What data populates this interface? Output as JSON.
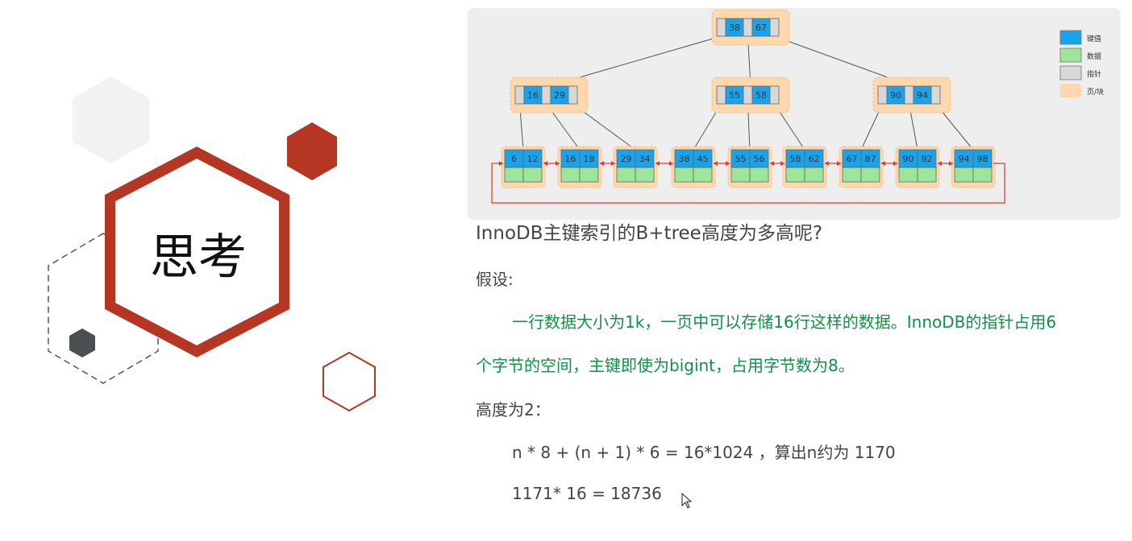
{
  "cover": {
    "title": "思考"
  },
  "diagram": {
    "root": [
      "38",
      "67"
    ],
    "internal": [
      [
        "16",
        "29"
      ],
      [
        "55",
        "58"
      ],
      [
        "90",
        "94"
      ]
    ],
    "leaves": [
      [
        "6",
        "12"
      ],
      [
        "16",
        "18"
      ],
      [
        "29",
        "34"
      ],
      [
        "38",
        "45"
      ],
      [
        "55",
        "56"
      ],
      [
        "58",
        "62"
      ],
      [
        "67",
        "87"
      ],
      [
        "90",
        "92"
      ],
      [
        "94",
        "98"
      ]
    ],
    "legend": [
      {
        "label": "键值",
        "color": "#1aa3ea"
      },
      {
        "label": "数据",
        "color": "#9ee49a"
      },
      {
        "label": "指针",
        "color": "#d8d8d8"
      },
      {
        "label": "页/块",
        "color": "#fdd7ae"
      }
    ]
  },
  "content": {
    "question": "InnoDB主键索引的B+tree高度为多高呢?",
    "assume_label": "假设:",
    "assume_line1": "一行数据大小为1k，一页中可以存储16行这样的数据。InnoDB的指针占用6",
    "assume_line2": "个字节的空间，主键即使为bigint，占用字节数为8。",
    "height_label": "高度为2：",
    "formula1": "n * 8 + (n + 1) * 6 = 16*1024 ，算出n约为 1170",
    "formula2": "1171* 16 = 18736"
  },
  "colors": {
    "accent_red": "#b53623",
    "dark_gray": "#4c4f52",
    "answer_green": "#109147",
    "key_blue": "#1aa3ea",
    "data_green": "#9ee49a",
    "pointer_gray": "#d8d8d8",
    "page_orange": "#fdd7ae",
    "leaf_link_red": "#e8352b"
  }
}
